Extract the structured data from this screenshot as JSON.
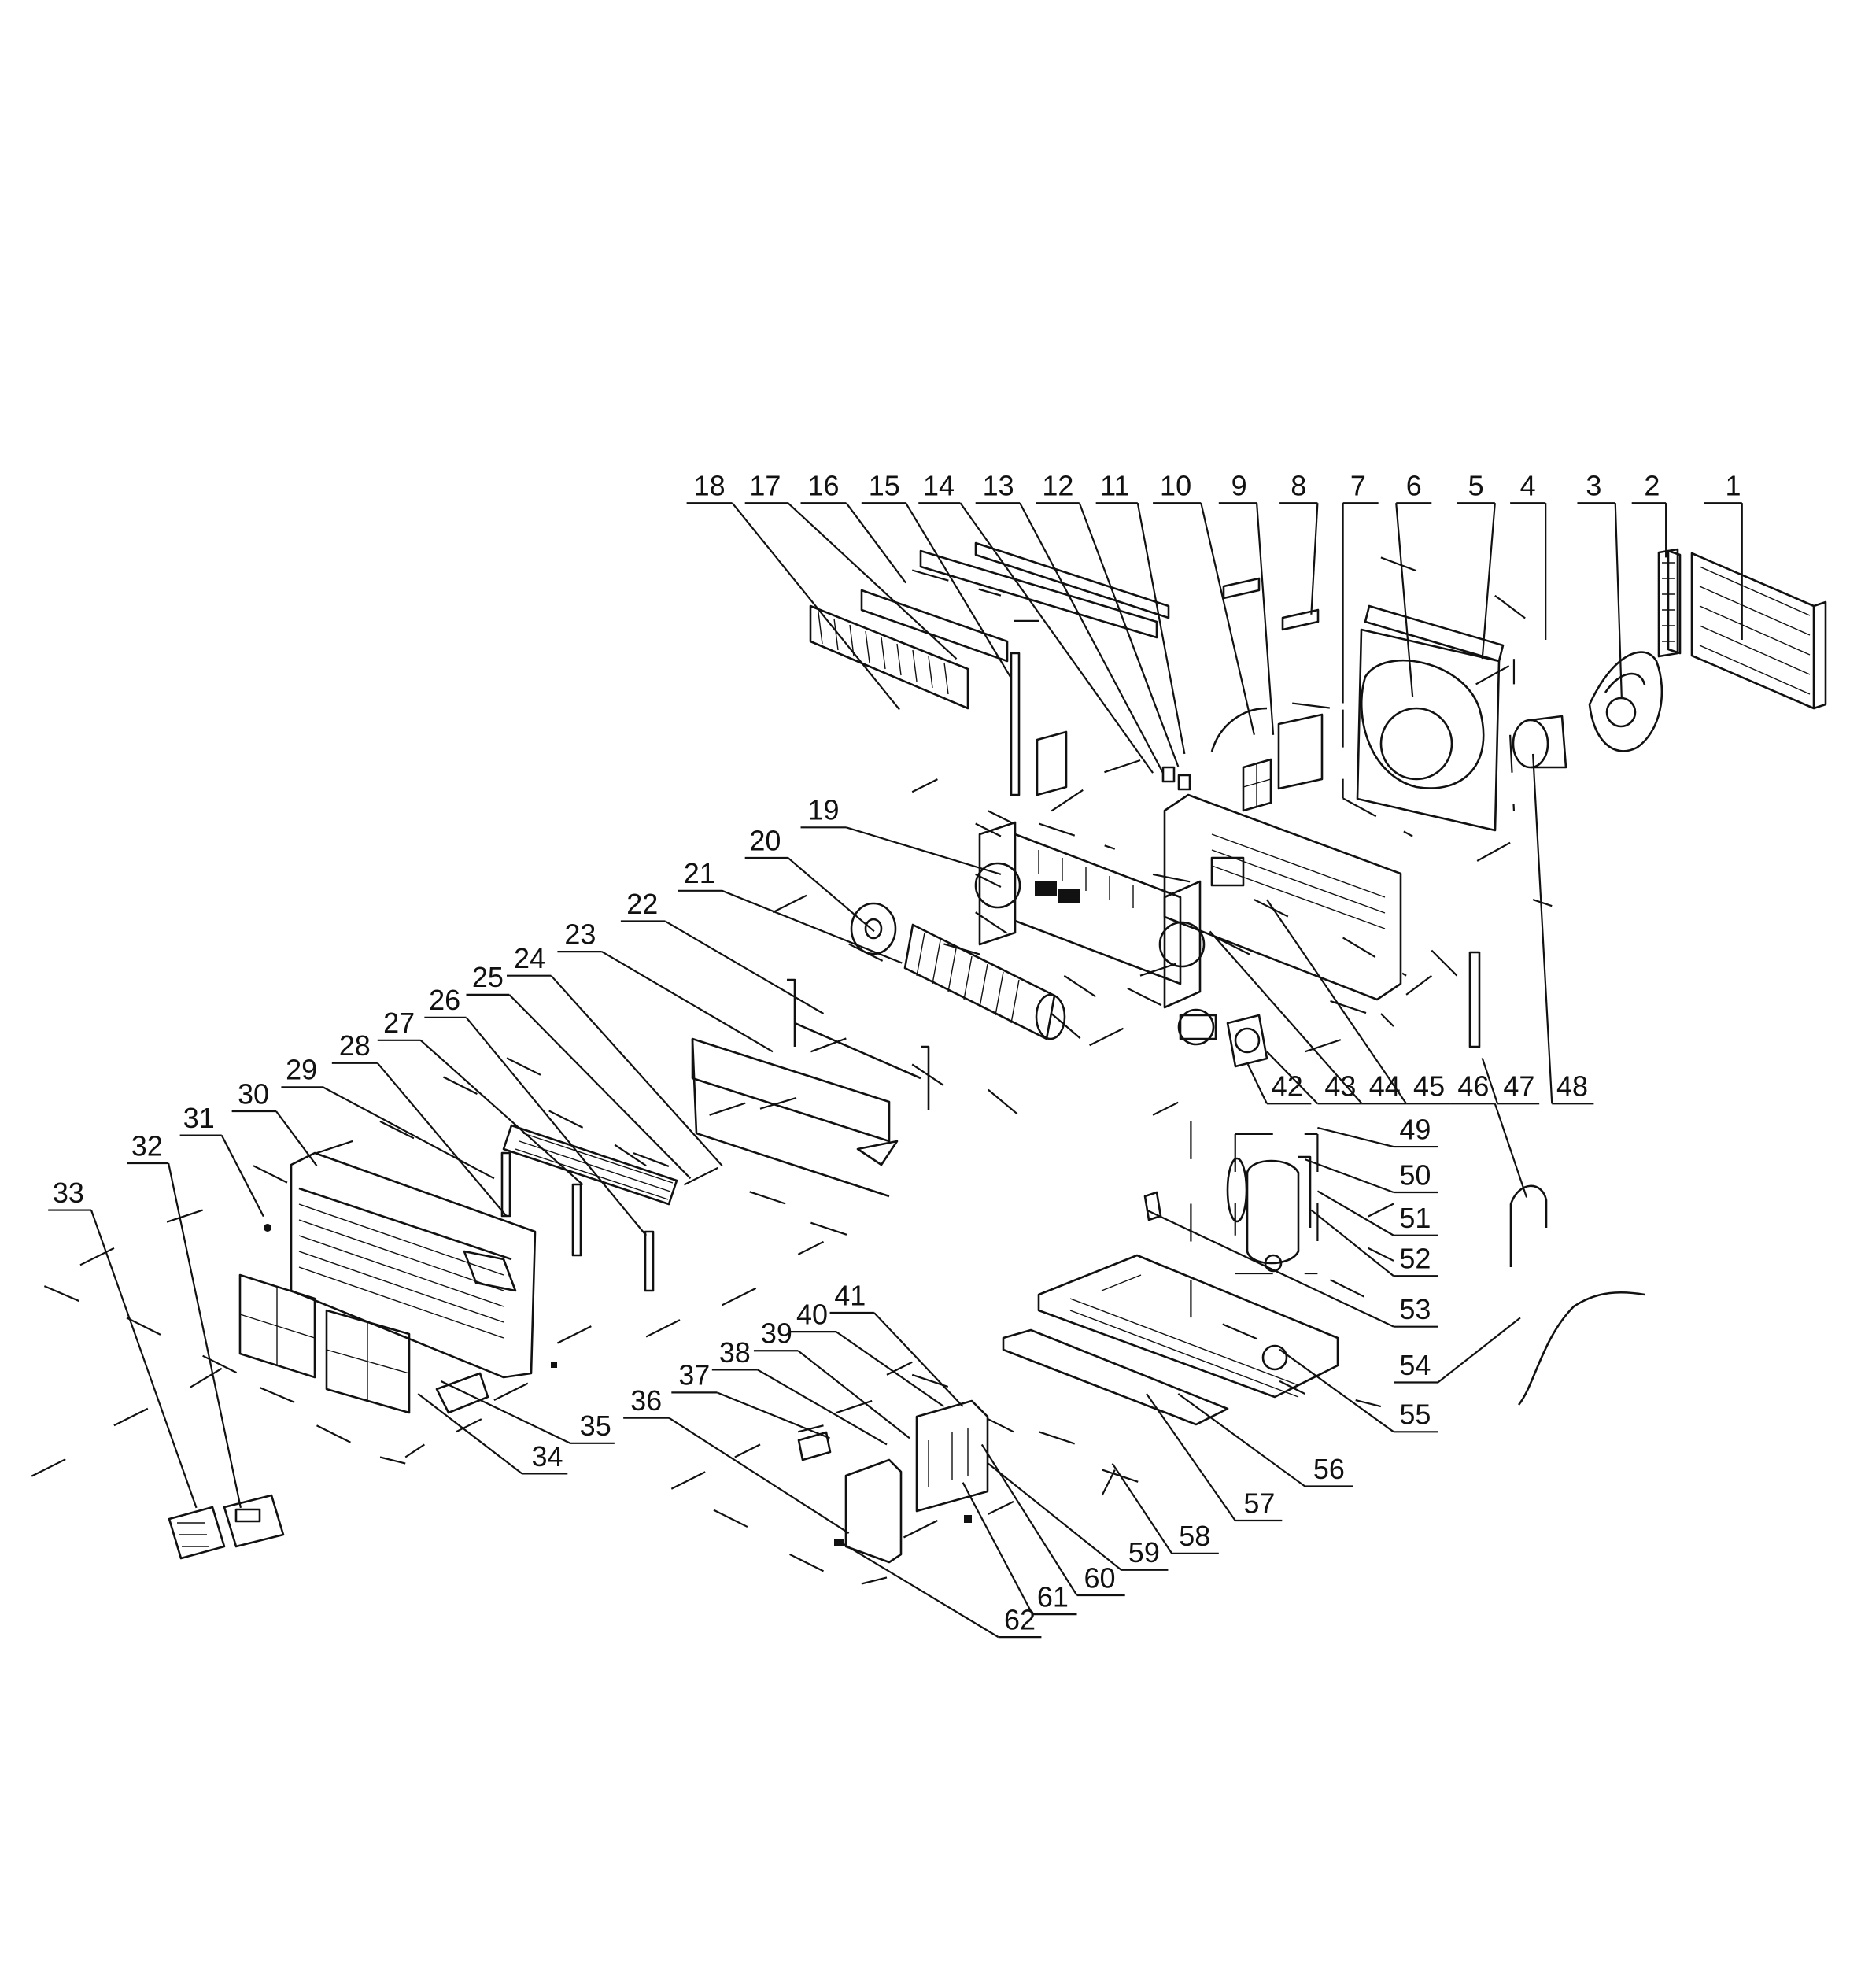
{
  "diagram": {
    "type": "exploded-parts-diagram",
    "callouts": [
      "1",
      "2",
      "3",
      "4",
      "5",
      "6",
      "7",
      "8",
      "9",
      "10",
      "11",
      "12",
      "13",
      "14",
      "15",
      "16",
      "17",
      "18",
      "19",
      "20",
      "21",
      "22",
      "23",
      "24",
      "25",
      "26",
      "27",
      "28",
      "29",
      "30",
      "31",
      "32",
      "33",
      "34",
      "35",
      "36",
      "37",
      "38",
      "39",
      "40",
      "41",
      "42",
      "43",
      "44",
      "45",
      "46",
      "47",
      "48",
      "49",
      "50",
      "51",
      "52",
      "53",
      "54",
      "55",
      "56",
      "57",
      "58",
      "59",
      "60",
      "61",
      "62"
    ],
    "colors": {
      "ink": "#111111",
      "background": "#ffffff"
    }
  }
}
